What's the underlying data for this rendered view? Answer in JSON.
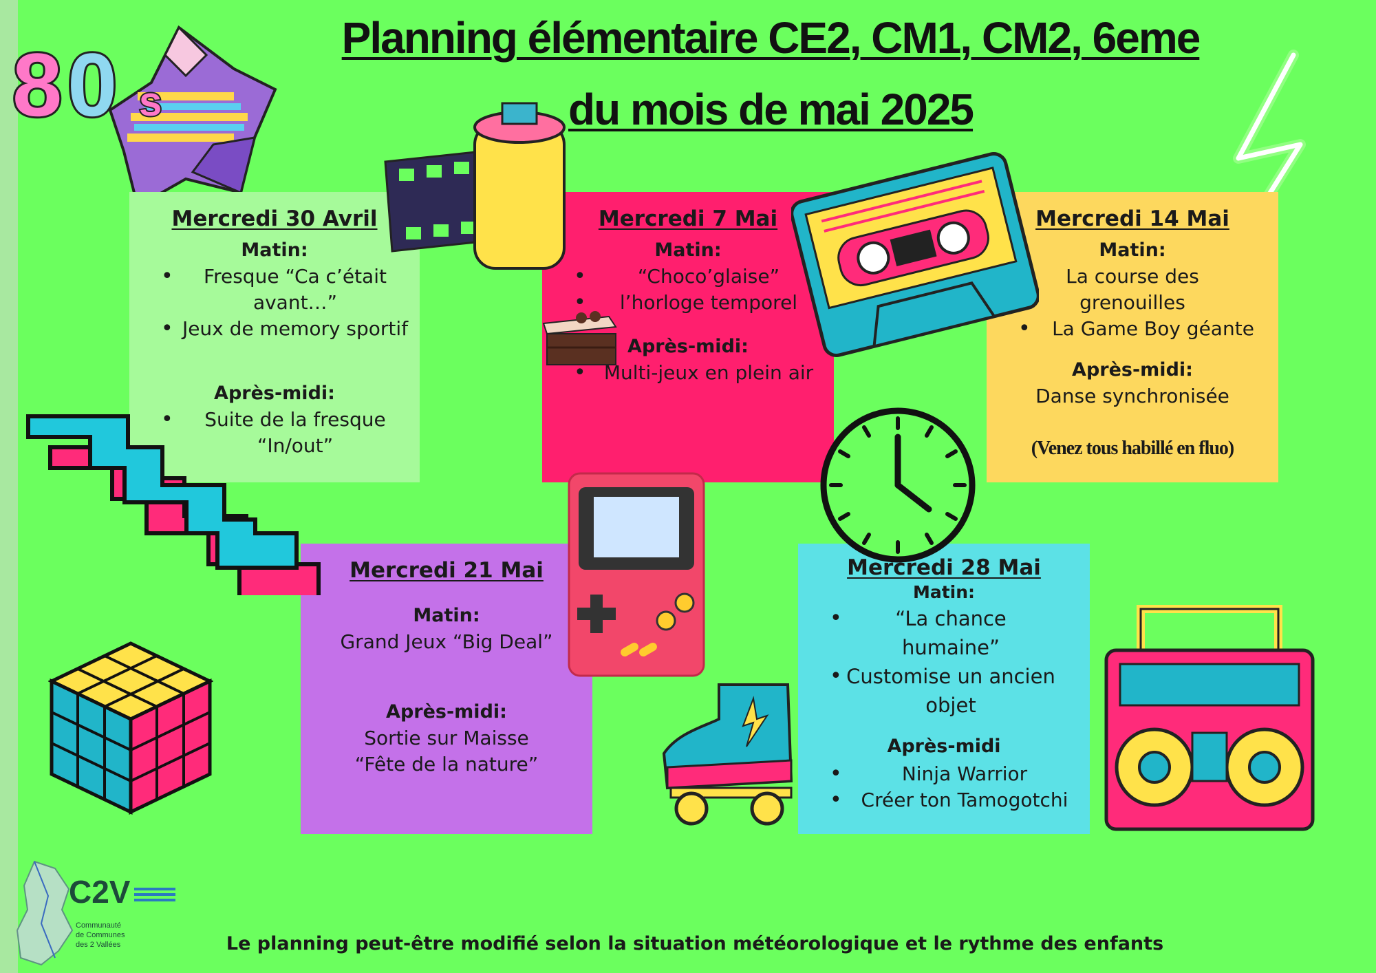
{
  "header": {
    "title_line1": "Planning élémentaire CE2, CM1, CM2, 6eme",
    "title_line2": "du mois de mai 2025",
    "badge": "80's"
  },
  "days": [
    {
      "title": "Mercredi 30 Avril",
      "morning_label": "Matin:",
      "morning": [
        "Fresque “Ca c’était avant…”",
        "Jeux de memory sportif"
      ],
      "afternoon_label": "Après-midi:",
      "afternoon": [
        "Suite de la fresque “In/out”"
      ]
    },
    {
      "title": "Mercredi 7 Mai",
      "morning_label": "Matin:",
      "morning": [
        "“Choco’glaise”",
        "l’horloge temporel"
      ],
      "afternoon_label": "Après-midi:",
      "afternoon": [
        "Multi-jeux en plein air"
      ]
    },
    {
      "title": "Mercredi 14 Mai",
      "morning_label": "Matin:",
      "morning_plain": "La course des grenouilles",
      "morning": [
        "La Game Boy géante"
      ],
      "afternoon_label": "Après-midi:",
      "afternoon_plain": "Danse synchronisée",
      "note": "(Venez tous habillé en fluo)"
    },
    {
      "title": "Mercredi 21 Mai",
      "morning_label": "Matin:",
      "morning_plain": "Grand Jeux “Big Deal”",
      "afternoon_label": "Après-midi:",
      "afternoon_plain_1": "Sortie sur Maisse",
      "afternoon_plain_2": "“Fête de la nature”"
    },
    {
      "title": "Mercredi 28 Mai",
      "morning_label": "Matin:",
      "morning": [
        "“La chance humaine”",
        "Customise un ancien objet"
      ],
      "afternoon_label": "Après-midi",
      "afternoon": [
        "Ninja Warrior",
        "Créer ton Tamogotchi"
      ]
    }
  ],
  "footer": "Le planning peut-être modifié selon la situation météorologique et le rythme des enfants",
  "logo": {
    "mark": "C2V",
    "line1": "Communauté",
    "line2": "de Communes",
    "line3": "des 2 Vallées"
  },
  "colors": {
    "background": "#6bff5e",
    "panel_30_avril": "#a6fa9a",
    "panel_7_mai": "#ff1f6e",
    "panel_14_mai": "#fdd85e",
    "panel_21_mai": "#c471e9",
    "panel_28_mai": "#5ce1e6"
  },
  "decorations": [
    "film-roll-icon",
    "cassette-tape-icon",
    "clock-icon",
    "game-boy-icon",
    "roller-skate-icon",
    "boombox-icon",
    "rubiks-cube-icon",
    "zigzag-icon",
    "neon-lightning-icon",
    "star-icon",
    "cake-icon"
  ]
}
